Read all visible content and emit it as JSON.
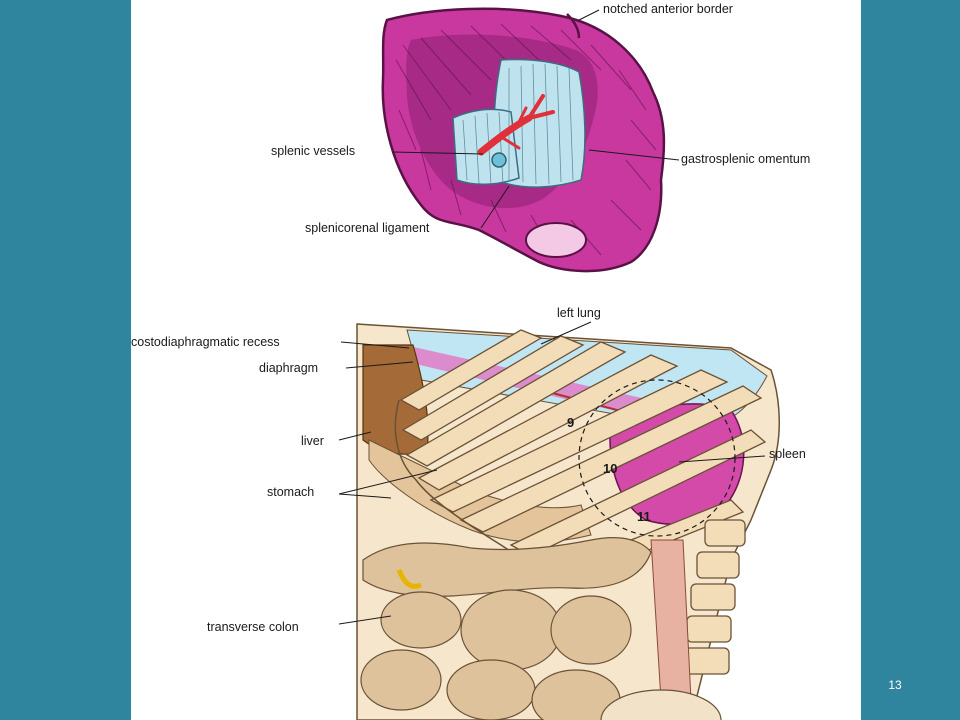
{
  "slide": {
    "page_number": "13",
    "colors": {
      "background": "#30859e",
      "panel": "#ffffff"
    }
  },
  "upper_figure": {
    "labels": {
      "notched_anterior_border": "notched anterior border",
      "splenic_vessels": "splenic vessels",
      "gastrosplenic_omentum": "gastrosplenic omentum",
      "splenicorenal_ligament": "splenicorenal ligament"
    },
    "colors": {
      "spleen": "#c8389f",
      "omentum": "#bfe3ee",
      "vessels": "#e0303a"
    }
  },
  "lower_figure": {
    "labels": {
      "left_lung": "left lung",
      "costodiaphragmatic_recess": "costodiaphragmatic recess",
      "diaphragm": "diaphragm",
      "liver": "liver",
      "stomach": "stomach",
      "spleen": "spleen",
      "transverse_colon": "transverse colon"
    },
    "rib_numbers": {
      "rib_9": "9",
      "rib_10": "10",
      "rib_11": "11"
    },
    "colors": {
      "lung": "#bfe6f2",
      "ribs": "#f3dcb8",
      "spleen": "#d44aa8",
      "liver": "#a46a38",
      "diaphragm": "#e07ac6",
      "intestine": "#ddc29b"
    }
  }
}
